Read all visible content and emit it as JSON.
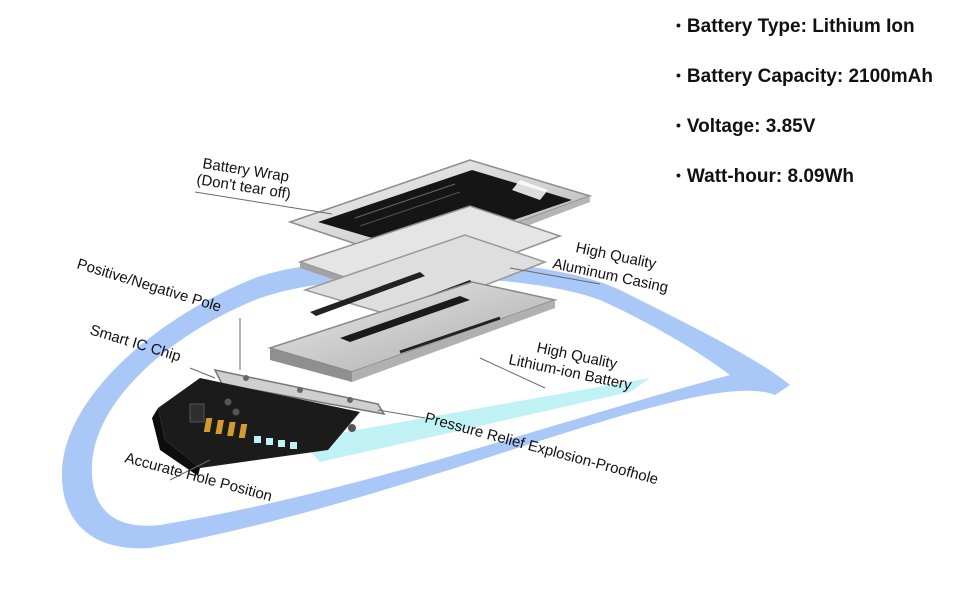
{
  "specs": [
    {
      "bullet": "•",
      "text": "Battery Type: Lithium Ion"
    },
    {
      "bullet": "•",
      "text": "Battery Capacity: 2100mAh"
    },
    {
      "bullet": "•",
      "text": "Voltage: 3.85V"
    },
    {
      "bullet": "•",
      "text": "Watt-hour: 8.09Wh"
    }
  ],
  "callouts": {
    "battery_wrap_line1": "Battery Wrap",
    "battery_wrap_line2": "(Don't tear off)",
    "aluminum_line1": "High Quality",
    "aluminum_line2": "Aluminum Casing",
    "pole": "Positive/Negative Pole",
    "chip": "Smart IC Chip",
    "lithium_line1": "High Quality",
    "lithium_line2": "Lithium-ion Battery",
    "pressure": "Pressure Relief Explosion-Proofhole",
    "hole": "Accurate Hole Position"
  },
  "colors": {
    "swoosh": "#a9c8f8",
    "cyan": "#bff1f5",
    "label_dark": "#1c1c1c",
    "casing": "#d9d9d9"
  }
}
